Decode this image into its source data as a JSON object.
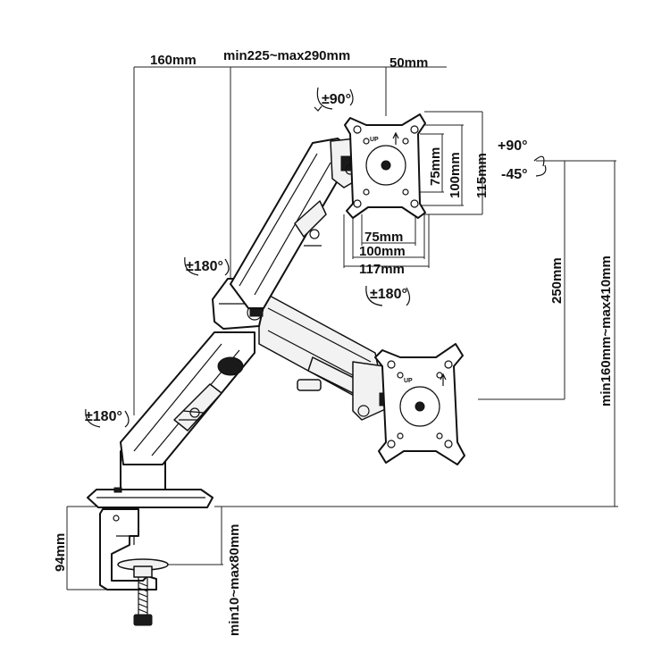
{
  "dimensions": {
    "top_left": "160mm",
    "top_reach": "min225~max290mm",
    "top_right": "50mm",
    "vesa_h_75": "75mm",
    "vesa_h_100": "100mm",
    "vesa_h_117": "117mm",
    "vesa_v_75": "75mm",
    "vesa_v_100": "100mm",
    "vesa_v_115": "115mm",
    "arm_drop": "250mm",
    "total_height": "min160mm~max410mm",
    "clamp_height": "94mm",
    "desk_thickness": "min10~max80mm"
  },
  "rotations": {
    "plate_top": "±90°",
    "tilt_up": "+90°",
    "tilt_down": "-45°",
    "upper_joint": "±180°",
    "plate_bottom": "±180°",
    "base_joint": "±180°"
  },
  "labels": {
    "up_upper": "UP",
    "up_lower": "UP"
  }
}
